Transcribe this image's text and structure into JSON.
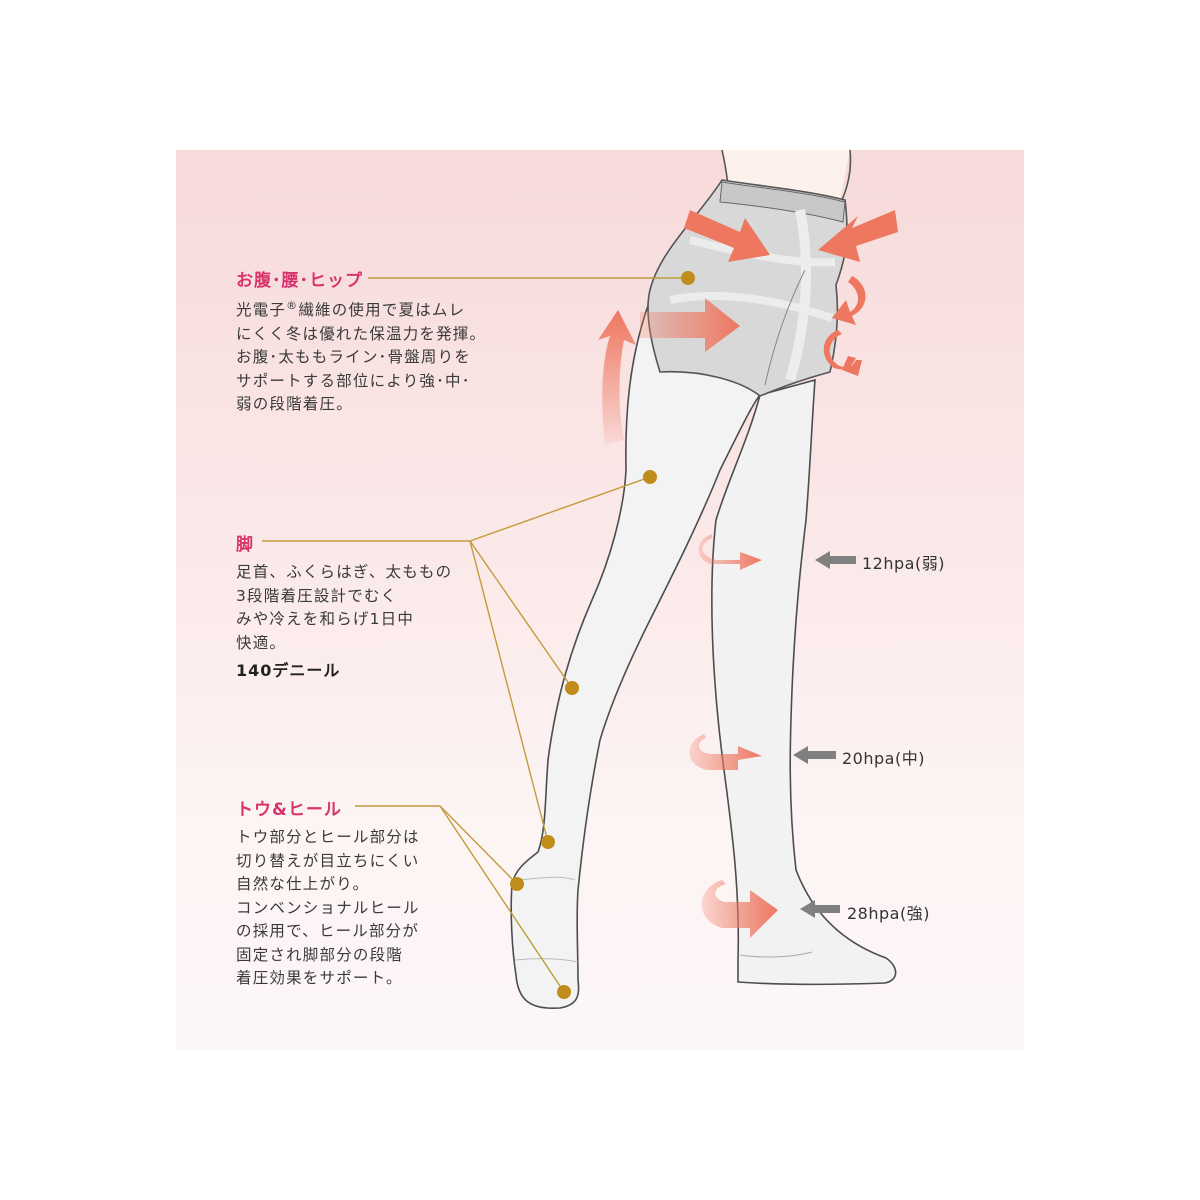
{
  "sections": {
    "waist": {
      "title": "お腹･腰･ヒップ",
      "body_pre": "光電子",
      "registered_mark": "®",
      "body_post": "繊維の使用で夏はムレ\nにくく冬は優れた保温力を発揮。\nお腹･太ももライン･骨盤周りを\nサポートする部位により強･中･\n弱の段階着圧。"
    },
    "leg": {
      "title": "脚",
      "body": "足首、ふくらはぎ、太ももの3段階着圧設計でむく\nみや冷えを和らげ1日中\n快適。",
      "denier": "140デニール"
    },
    "toe_heel": {
      "title": "トウ&ヒール",
      "body": "トウ部分とヒール部分は\n切り替えが目立ちにくい\n自然な仕上がり。\nコンベンショナルヒール\nの採用で、ヒール部分が\n固定され脚部分の段階\n着圧効果をサポート。"
    }
  },
  "pressures": [
    {
      "label": "12hpa(弱)"
    },
    {
      "label": "20hpa(中)"
    },
    {
      "label": "28hpa(強)"
    }
  ],
  "colors": {
    "title_pink": "#d8336b",
    "gold_line": "#c49a3c",
    "gold_dot": "#c08c1c",
    "arrow_coral": "#ee7760",
    "arrow_gray": "#808080",
    "tights_fill": "#f1f1f1",
    "shorts_fill": "#d9d9d9"
  }
}
